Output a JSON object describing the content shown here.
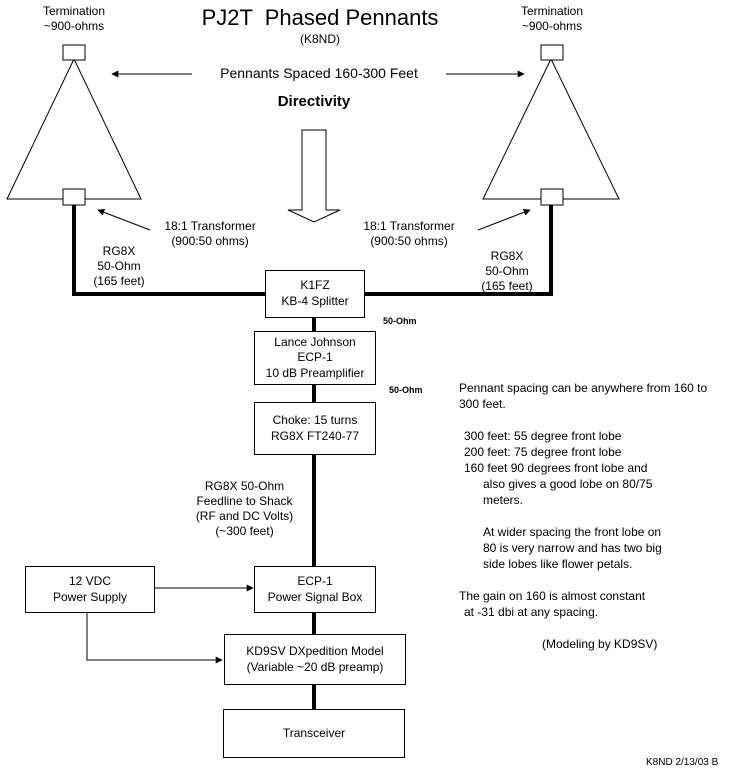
{
  "title": "PJ2T  Phased Pennants",
  "subtitle": "(K8ND)",
  "spacing_label": "Pennants Spaced 160-300 Feet",
  "directivity_label": "Directivity",
  "left_antenna": {
    "termination": [
      "Termination",
      "~900-ohms"
    ],
    "transformer": [
      "18:1 Transformer",
      "(900:50 ohms)"
    ],
    "cable": [
      "RG8X",
      "50-Ohm",
      "(165 feet)"
    ]
  },
  "right_antenna": {
    "termination": [
      "Termination",
      "~900-ohms"
    ],
    "transformer": [
      "18:1 Transformer",
      "(900:50 ohms)"
    ],
    "cable": [
      "RG8X",
      "50-Ohm",
      "(165 feet)"
    ]
  },
  "boxes": {
    "splitter": [
      "K1FZ",
      "KB-4 Splitter"
    ],
    "preamp": [
      "Lance Johnson",
      "ECP-1",
      "10 dB Preamplifier"
    ],
    "choke": [
      "Choke: 15 turns",
      "RG8X FT240-77"
    ],
    "power_box": [
      "ECP-1",
      "Power Signal Box"
    ],
    "supply": [
      "12 VDC",
      "Power Supply"
    ],
    "kd9sv": [
      "KD9SV DXpedition Model",
      "(Variable ~20 dB preamp)"
    ],
    "transceiver": [
      "Transceiver"
    ]
  },
  "link_label_1": "50-Ohm",
  "link_label_2": "50-Ohm",
  "feedline_label": [
    "RG8X 50-Ohm",
    "Feedline to Shack",
    "(RF and DC Volts)",
    "(~300 feet)"
  ],
  "notes": {
    "spacing": [
      "Pennant spacing can be anywhere from 160 to",
      "300 feet."
    ],
    "lobes": [
      "300 feet: 55 degree front lobe",
      "200 feet: 75 degree front lobe",
      "160 feet  90 degrees front lobe and",
      "also gives a good lobe on 80/75",
      "meters."
    ],
    "wide": [
      "At wider spacing the front lobe on",
      "80 is very narrow and  has  two big",
      "side lobes like flower petals."
    ],
    "gain": [
      "The gain on 160 is almost constant",
      "at -31 dbi at any spacing."
    ],
    "credit": "(Modeling by KD9SV)"
  },
  "footer": "K8ND 2/13/03 B"
}
